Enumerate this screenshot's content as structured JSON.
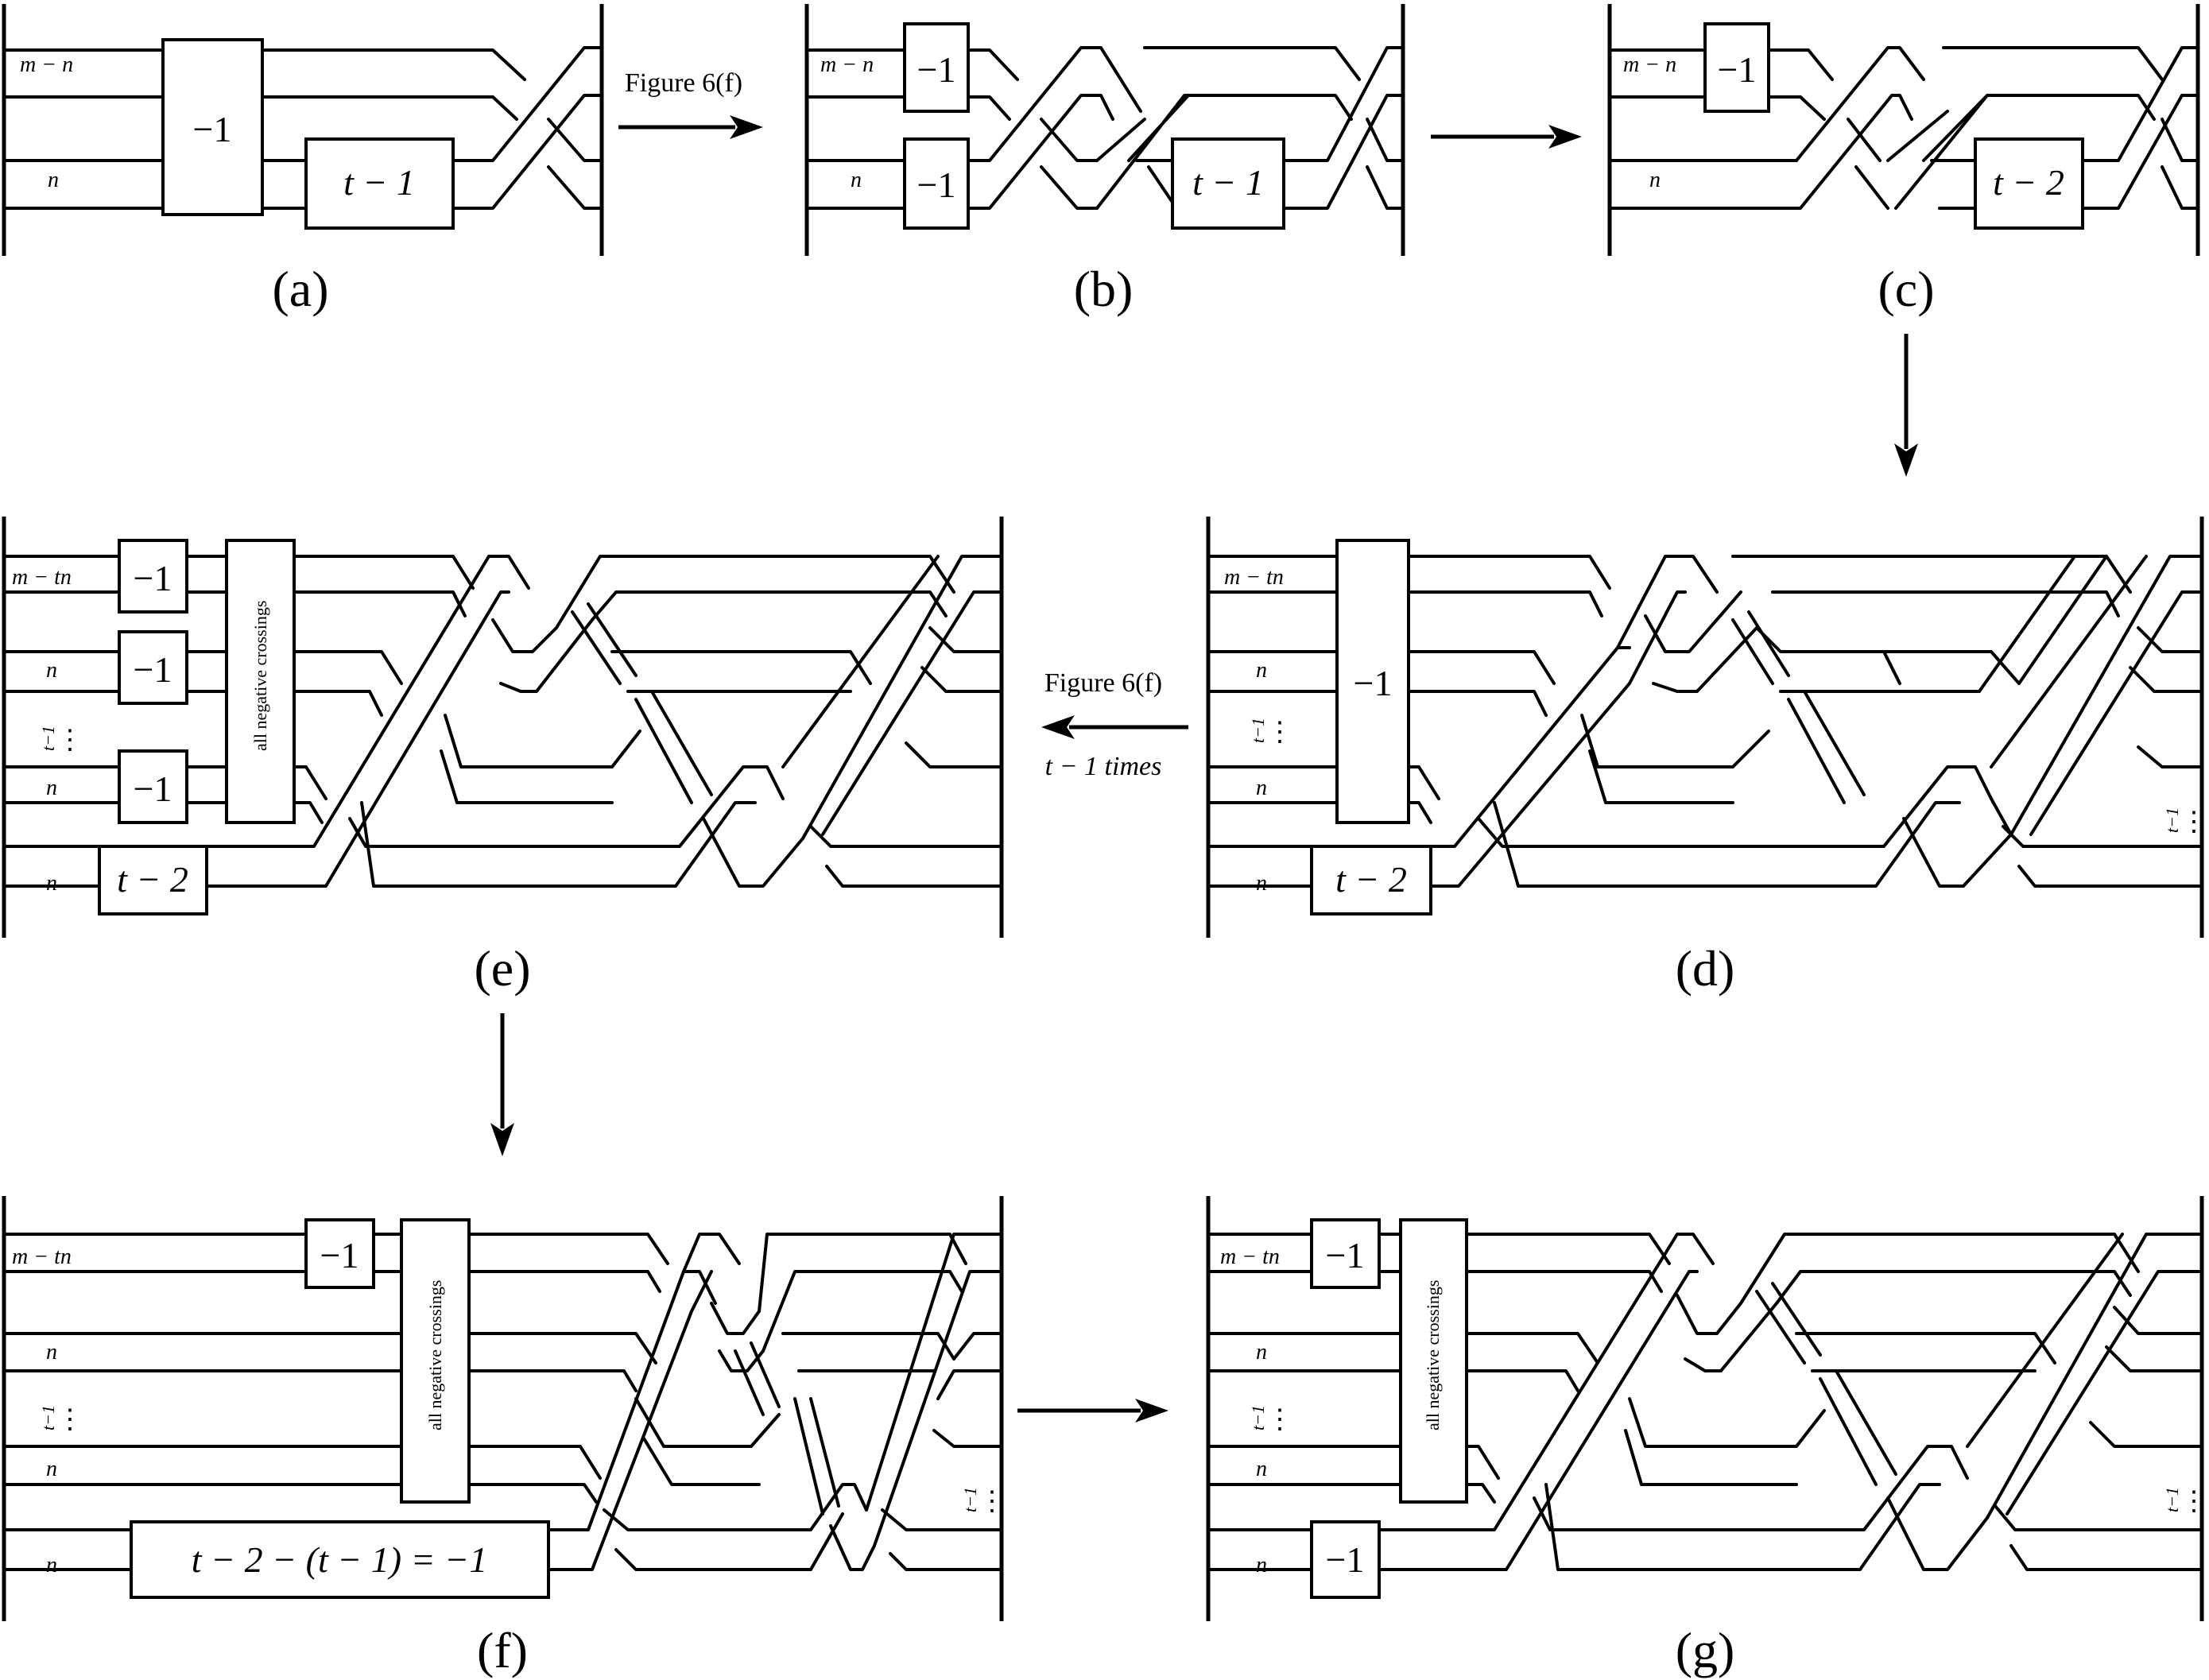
{
  "panels": {
    "a": {
      "caption": "(a)",
      "strand_labels": [
        "m − n",
        "n"
      ],
      "boxes": [
        "−1",
        "t − 1"
      ]
    },
    "b": {
      "caption": "(b)",
      "strand_labels": [
        "m − n",
        "n"
      ],
      "boxes": [
        "−1",
        "−1",
        "t − 1"
      ]
    },
    "c": {
      "caption": "(c)",
      "strand_labels": [
        "m − n",
        "n"
      ],
      "boxes": [
        "−1",
        "t − 2"
      ]
    },
    "d": {
      "caption": "(d)",
      "strand_labels": [
        "m − tn",
        "n",
        "t−1",
        "n",
        "n"
      ],
      "boxes": [
        "−1",
        "t − 2"
      ],
      "right_dots_label": "t−1"
    },
    "e": {
      "caption": "(e)",
      "strand_labels": [
        "m − tn",
        "n",
        "t−1",
        "n",
        "n"
      ],
      "boxes": [
        "−1",
        "−1",
        "−1",
        "t − 2"
      ],
      "tall_box": "all negative crossings"
    },
    "f": {
      "caption": "(f)",
      "strand_labels": [
        "m − tn",
        "n",
        "t−1",
        "n",
        "n"
      ],
      "boxes": [
        "−1",
        "t − 2 − (t − 1) = −1"
      ],
      "tall_box": "all negative crossings",
      "right_dots_label": "t−1"
    },
    "g": {
      "caption": "(g)",
      "strand_labels": [
        "m − tn",
        "n",
        "t−1",
        "n",
        "n"
      ],
      "boxes": [
        "−1",
        "−1"
      ],
      "tall_box": "all negative crossings",
      "right_dots_label": "t−1"
    }
  },
  "arrows": {
    "a_to_b": "Figure 6(f)",
    "d_to_e_top": "Figure 6(f)",
    "d_to_e_bottom": "t − 1 times"
  }
}
